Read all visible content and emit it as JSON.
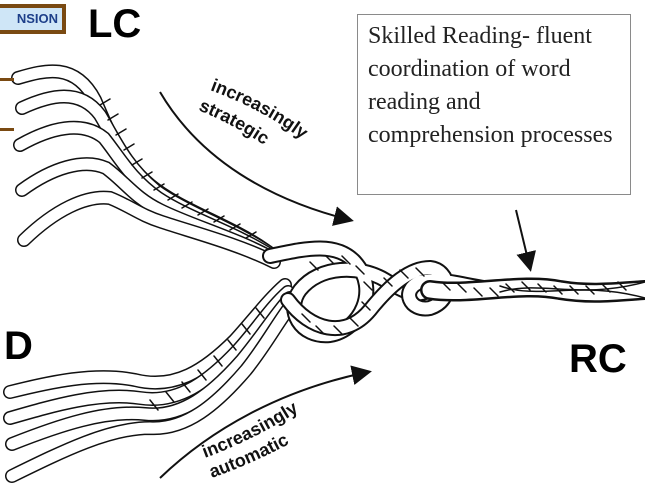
{
  "labels": {
    "partial_box": "NSION",
    "lc": "LC",
    "d": "D",
    "rc": "RC",
    "strategic_line1": "increasingly",
    "strategic_line2": "strategic",
    "automatic_line1": "increasingly",
    "automatic_line2": "automatic"
  },
  "note": {
    "text": "Skilled Reading- fluent coordination of word reading and comprehension processes"
  },
  "colors": {
    "box_border": "#7a4a12",
    "box_fill": "#cfe6f7",
    "box_text": "#1d3f8a",
    "rope_stroke": "#111111"
  }
}
